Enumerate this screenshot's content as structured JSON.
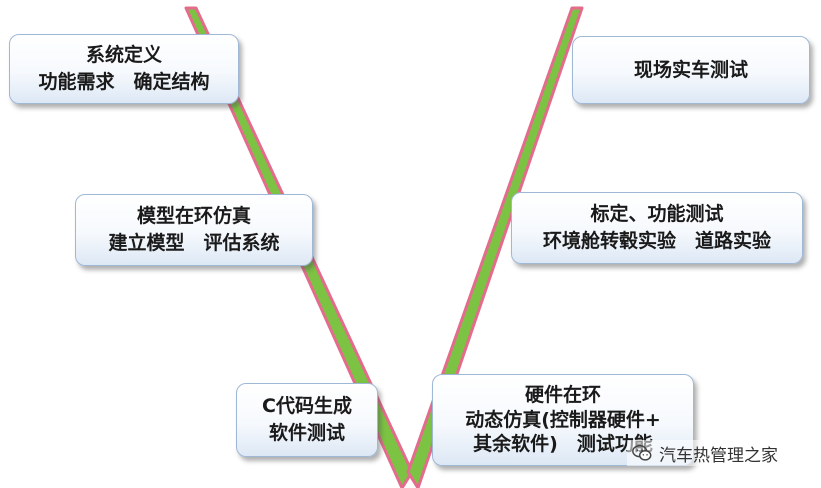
{
  "stages": {
    "system_definition": {
      "title": "系统定义",
      "detail": "功能需求　确定结构"
    },
    "model_in_loop": {
      "title": "模型在环仿真",
      "detail": "建立模型　评估系统"
    },
    "code_generation": {
      "title": "C代码生成",
      "detail": "软件测试"
    },
    "hardware_in_loop": {
      "title": "硬件在环",
      "detail_line1": "动态仿真(控制器硬件+",
      "detail_line2": "其余软件)　测试功能"
    },
    "calibration_test": {
      "title": "标定、功能测试",
      "detail": "环境舱转毂实验　道路实验"
    },
    "field_vehicle_test": {
      "title": "现场实车测试"
    }
  },
  "watermark": {
    "text": "汽车热管理之家",
    "icon": "wechat-icon"
  },
  "colors": {
    "v_fill": "#7cc243",
    "v_edge": "#e36c8c",
    "box_border": "#9fb8d6"
  }
}
